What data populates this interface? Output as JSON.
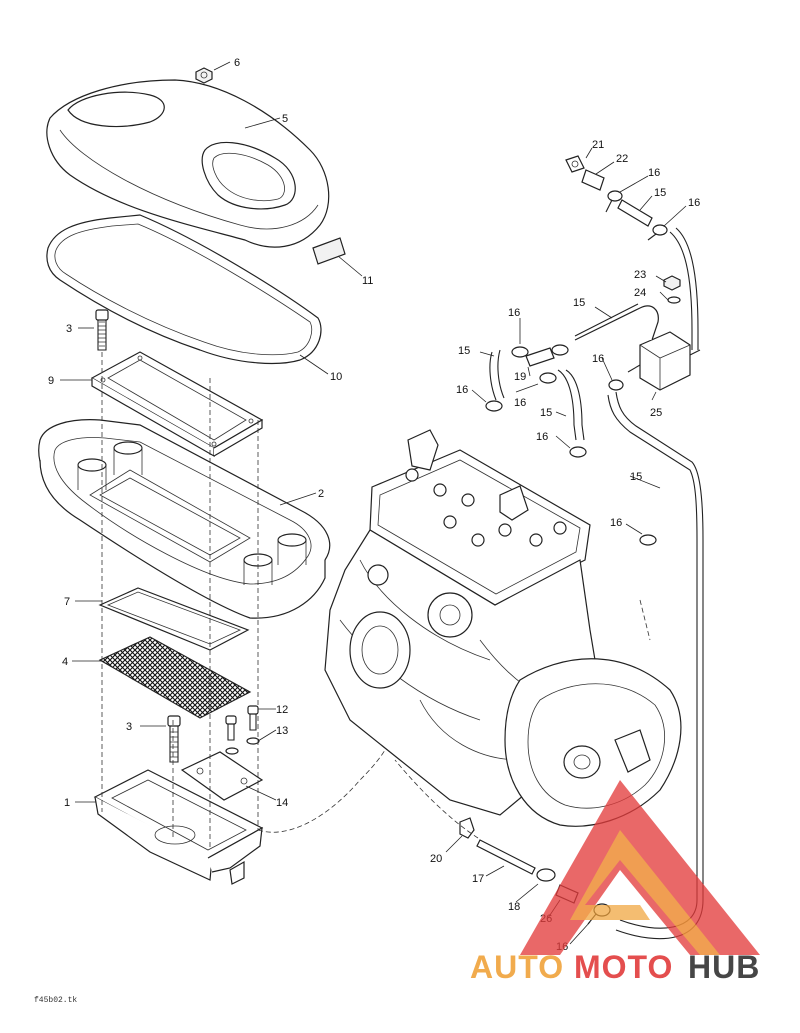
{
  "diagram": {
    "ref_code": "f45b02.tk",
    "callouts": [
      {
        "id": "c6",
        "text": "6"
      },
      {
        "id": "c5",
        "text": "5"
      },
      {
        "id": "c11",
        "text": "11"
      },
      {
        "id": "c10",
        "text": "10"
      },
      {
        "id": "c3a",
        "text": "3"
      },
      {
        "id": "c9",
        "text": "9"
      },
      {
        "id": "c2",
        "text": "2"
      },
      {
        "id": "c7",
        "text": "7"
      },
      {
        "id": "c4",
        "text": "4"
      },
      {
        "id": "c3b",
        "text": "3"
      },
      {
        "id": "c12a",
        "text": "12"
      },
      {
        "id": "c13",
        "text": "13"
      },
      {
        "id": "c1",
        "text": "1"
      },
      {
        "id": "c14",
        "text": "14"
      },
      {
        "id": "c21",
        "text": "21"
      },
      {
        "id": "c22",
        "text": "22"
      },
      {
        "id": "c16a",
        "text": "16"
      },
      {
        "id": "c15a",
        "text": "15"
      },
      {
        "id": "c16b",
        "text": "16"
      },
      {
        "id": "c23",
        "text": "23"
      },
      {
        "id": "c24",
        "text": "24"
      },
      {
        "id": "c15b",
        "text": "15"
      },
      {
        "id": "c16c",
        "text": "16"
      },
      {
        "id": "c15c",
        "text": "15"
      },
      {
        "id": "c19",
        "text": "19"
      },
      {
        "id": "c16d",
        "text": "16"
      },
      {
        "id": "c16e",
        "text": "16"
      },
      {
        "id": "c25",
        "text": "25"
      },
      {
        "id": "c16f",
        "text": "16"
      },
      {
        "id": "c15d",
        "text": "15"
      },
      {
        "id": "c16g",
        "text": "16"
      },
      {
        "id": "c15e",
        "text": "15"
      },
      {
        "id": "c16h",
        "text": "16"
      },
      {
        "id": "c20",
        "text": "20"
      },
      {
        "id": "c17",
        "text": "17"
      },
      {
        "id": "c18",
        "text": "18"
      },
      {
        "id": "c26",
        "text": "26"
      },
      {
        "id": "c16i",
        "text": "16"
      }
    ]
  },
  "watermark": {
    "part1": "AUTO",
    "part2": "MOTO",
    "part3": "HUB",
    "color_red": "#e23b3b",
    "color_orange": "#f0a23a",
    "color_dark": "#333333"
  }
}
